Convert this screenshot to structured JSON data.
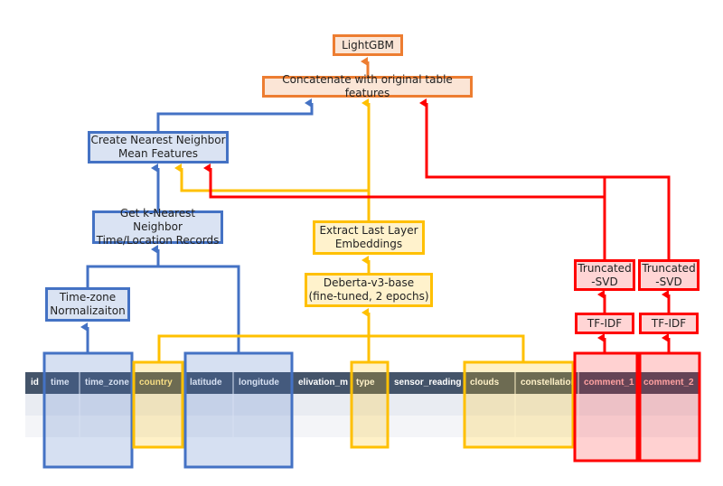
{
  "nodes": {
    "lightgbm": "LightGBM",
    "concat": "Concatenate with original table features",
    "nn_mean": "Create Nearest Neighbor\nMean Features",
    "knn": "Get k-Nearest Neighbor\nTime/Location Records",
    "tz_norm": "Time-zone\nNormalizaiton",
    "extract": "Extract Last Layer\nEmbeddings",
    "deberta": "Deberta-v3-base\n(fine-tuned, 2 epochs)",
    "svd1": "Truncated\n-SVD",
    "svd2": "Truncated\n-SVD",
    "tfidf1": "TF-IDF",
    "tfidf2": "TF-IDF"
  },
  "table": {
    "columns": [
      "id",
      "time",
      "time_zone",
      "country",
      "latitude",
      "longitude",
      "elivation_m",
      "type",
      "sensor_reading",
      "clouds",
      "constellation",
      "comment_1",
      "comment_2"
    ]
  },
  "colors": {
    "blue": "#4472c4",
    "yellow": "#ffc000",
    "orange": "#ed7d31",
    "red": "#ff0000",
    "header": "#44546a"
  }
}
